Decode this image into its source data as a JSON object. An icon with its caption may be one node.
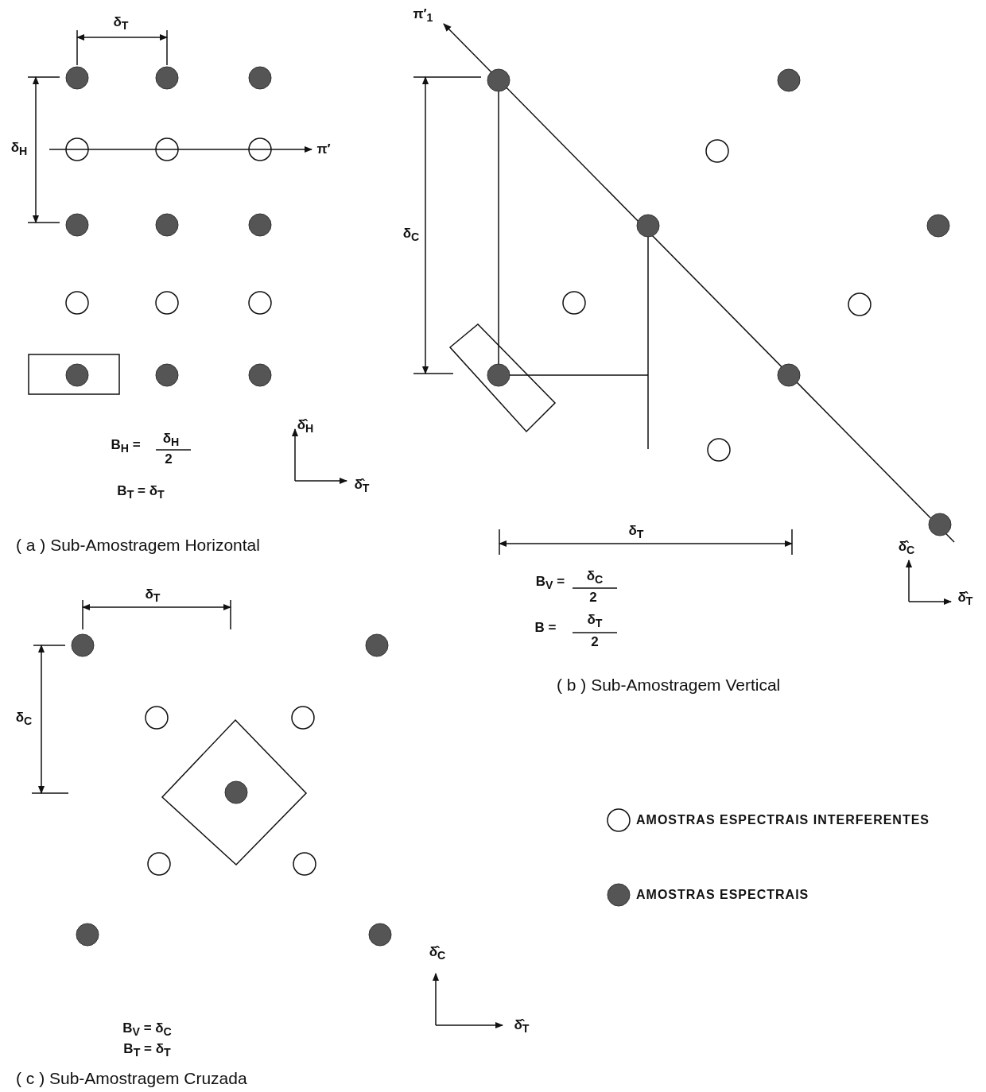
{
  "diagram": {
    "labels": [
      "δ$_{T}$",
      "δ$_{H}$",
      "π′",
      "δ̂$_{H}$",
      "B$_{H}$ =",
      "δ$_{H}$",
      "2",
      "δ̂$_{T}$",
      "B$_{T}$ = δ$_{T}$",
      "( a ) Sub-Amostragem Horizontal",
      "π′$_{1}$",
      "δ$_{C}$",
      "δ$_{T}$",
      "δ̂$_{C}$",
      "B$_{V}$ =",
      "δ$_{C}$",
      "2",
      "δ̂$_{T}$",
      "B =",
      "δ$_{T}$",
      "2",
      "( b ) Sub-Amostragem Vertical",
      "δ$_{T}$",
      "δ$_{C}$",
      "δ̂$_{C}$",
      "δ̂$_{T}$",
      "B$_{V}$ = δ$_{C}$",
      "B$_{T}$ = δ$_{T}$",
      "( c ) Sub-Amostragem Cruzada"
    ],
    "legend": [
      {
        "text": "AMOSTRAS ESPECTRAIS INTERFERENTES"
      },
      {
        "text": "AMOSTRAS ESPECTRAIS"
      }
    ]
  }
}
